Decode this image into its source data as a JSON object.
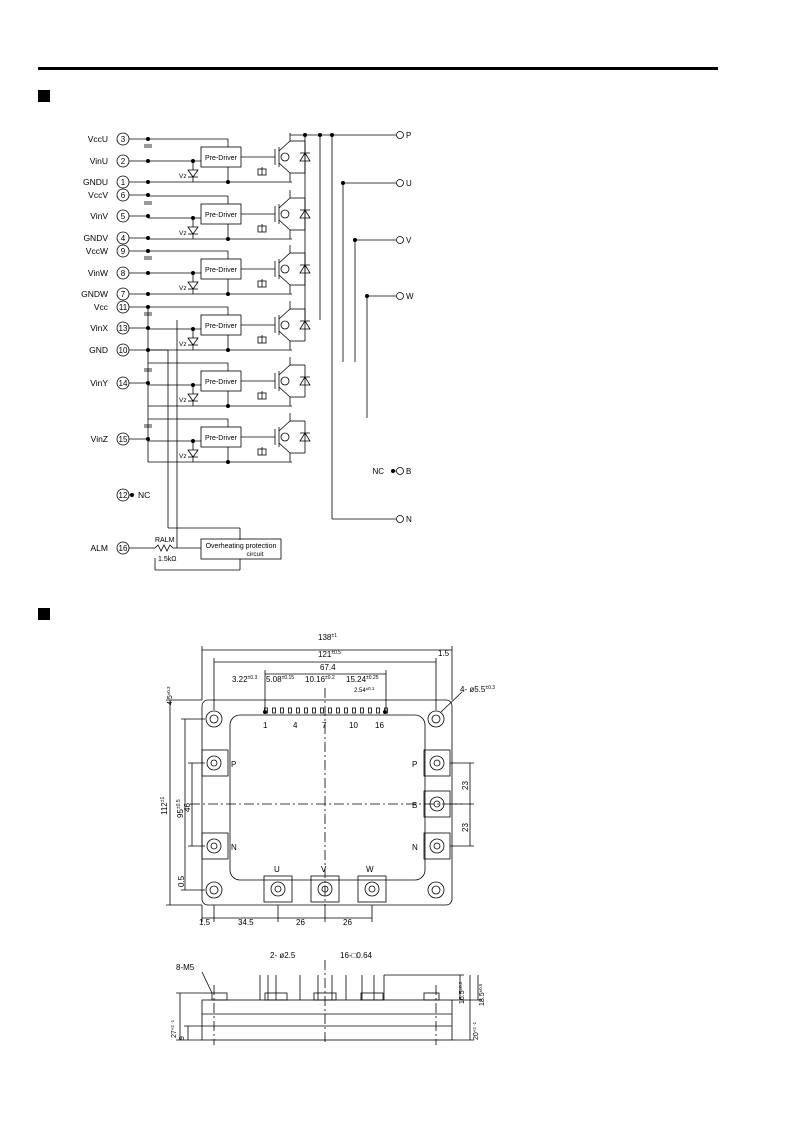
{
  "schematic": {
    "pins": [
      {
        "label": "VccU",
        "num": "3"
      },
      {
        "label": "VinU",
        "num": "2"
      },
      {
        "label": "GNDU",
        "num": "1"
      },
      {
        "label": "VccV",
        "num": "6"
      },
      {
        "label": "VinV",
        "num": "5"
      },
      {
        "label": "GNDV",
        "num": "4"
      },
      {
        "label": "VccW",
        "num": "9"
      },
      {
        "label": "VinW",
        "num": "8"
      },
      {
        "label": "GNDW",
        "num": "7"
      },
      {
        "label": "Vcc",
        "num": "11"
      },
      {
        "label": "VinX",
        "num": "13"
      },
      {
        "label": "GND",
        "num": "10"
      },
      {
        "label": "VinY",
        "num": "14"
      },
      {
        "label": "VinZ",
        "num": "15"
      }
    ],
    "predriver_label": "Pre-Driver",
    "vz_label": "Vz",
    "outputs": [
      "P",
      "U",
      "V",
      "W",
      "B",
      "N"
    ],
    "nc_label": "NC",
    "nc_pin": "12",
    "alm_label": "ALM",
    "alm_pin": "16",
    "ralm_label": "RALM",
    "ralm_value": "1.5kΩ",
    "ohp_line1": "Overheating protection",
    "ohp_line2": "circuit"
  },
  "outline": {
    "dim_138": "138",
    "tol_138": "±1",
    "dim_121": "121",
    "tol_121": "±0.5",
    "dim_1_5_top": "1.5",
    "dim_67_4": "67.4",
    "dim_3_22": "3.22",
    "tol_3_22": "±0.3",
    "dim_5_08": "5.08",
    "tol_5_08": "±0.15",
    "dim_10_16": "10.16",
    "tol_10_16": "±0.2",
    "dim_15_24": "15.24",
    "tol_15_24": "±0.25",
    "dim_2_54": "2.54",
    "tol_2_54": "±0.1",
    "dim_4_5": "4.5",
    "tol_4_5": "±0.3",
    "hole_note": "4- ø5.5",
    "tol_hole": "±0.3",
    "pin_nums": [
      "1",
      "4",
      "7",
      "10",
      "16"
    ],
    "dim_112": "112",
    "tol_112": "±1",
    "dim_95": "95",
    "tol_95": "±0.5",
    "dim_46": "46",
    "dim_23a": "23",
    "dim_23b": "23",
    "dim_0_5": "0.5",
    "dim_1_5_bot": "1.5",
    "dim_34_5": "34.5",
    "dim_26a": "26",
    "dim_26b": "26",
    "term_P_left": "P",
    "term_N_left": "N",
    "term_P_right": "P",
    "term_B_right": "B",
    "term_N_right": "N",
    "term_U": "U",
    "term_V": "V",
    "term_W": "W",
    "side_m5": "8-M5",
    "side_2_25": "2- ø2.5",
    "side_16_064": "16-□0.64",
    "side_16_5": "16.5",
    "side_tol_16_5": "±0.5",
    "side_18_5": "18.5",
    "side_tol_18_5": "±0.5",
    "side_27": "27",
    "side_tol_27": "+2 -1",
    "side_20": "20",
    "side_tol_20": "+2 -1",
    "side_9": "9"
  }
}
